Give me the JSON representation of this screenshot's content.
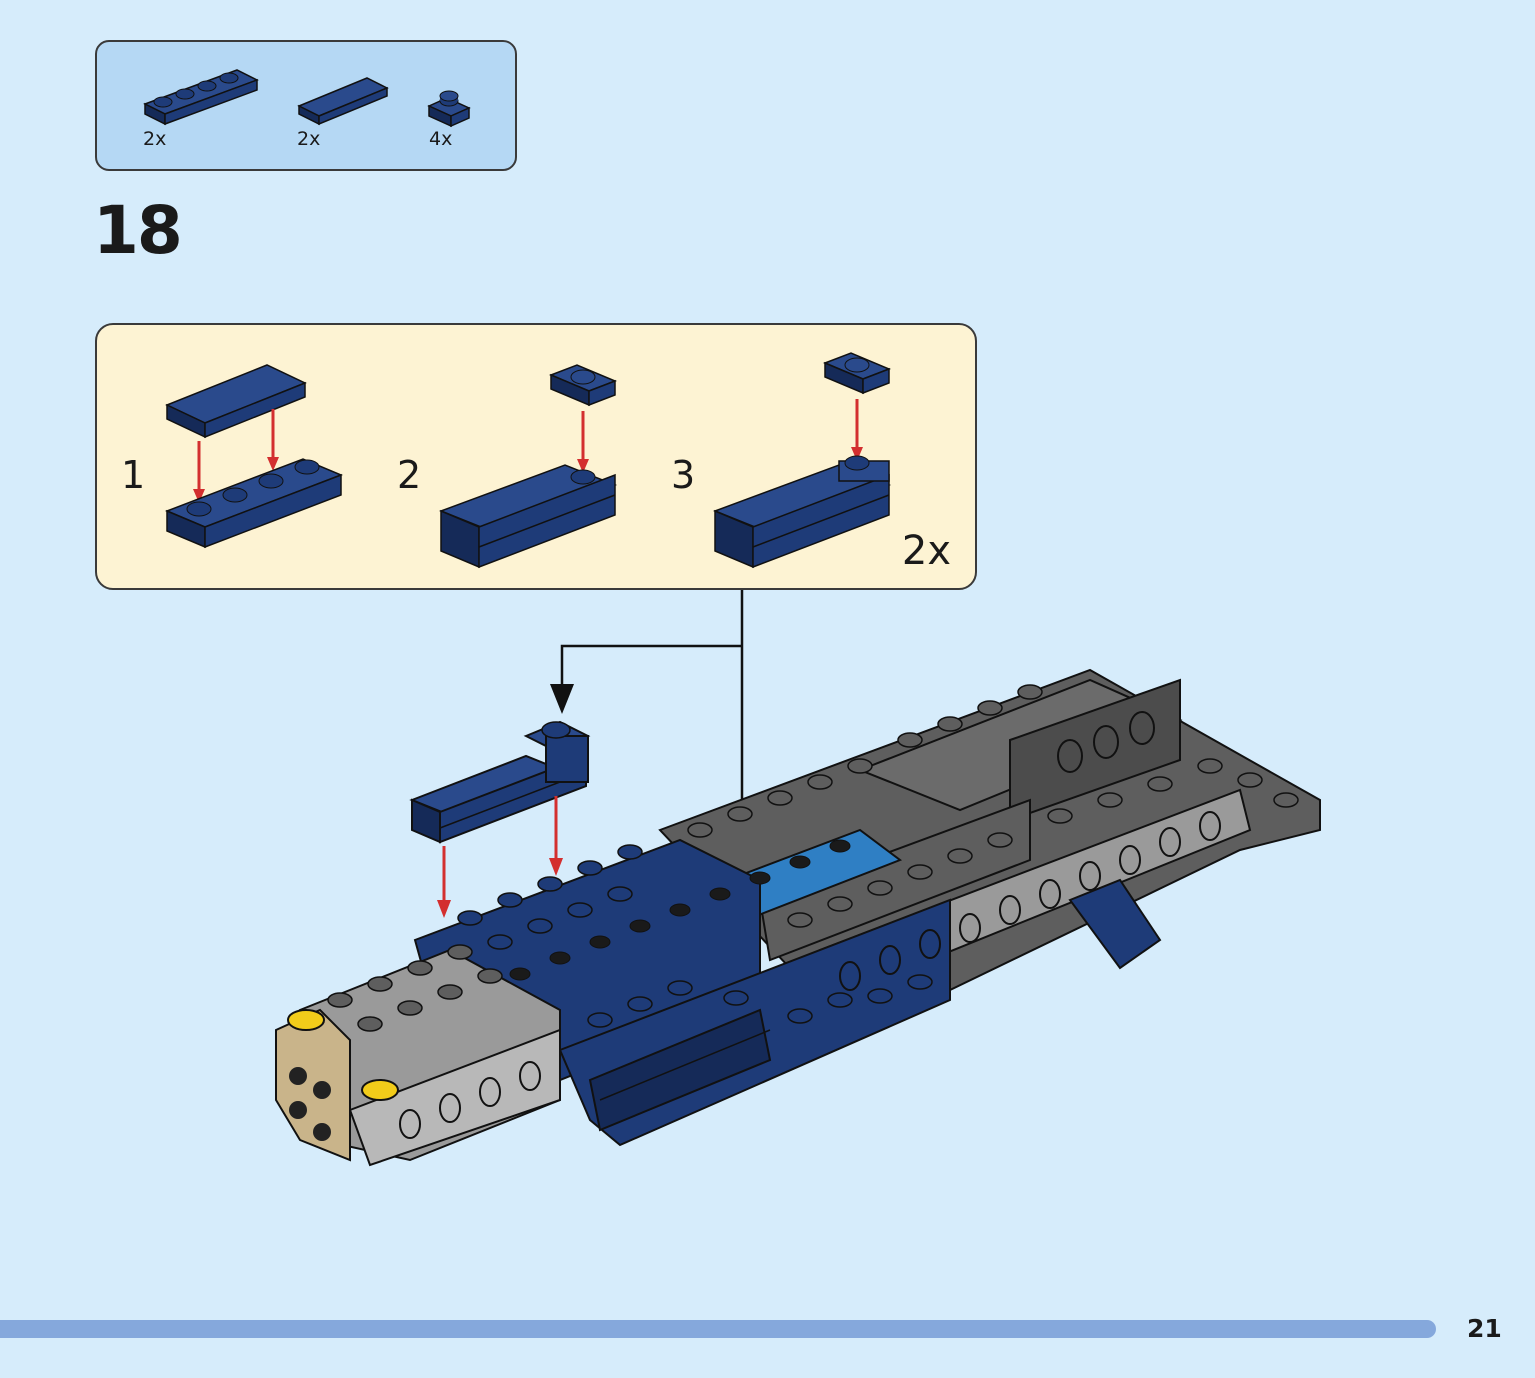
{
  "page": {
    "number": "21"
  },
  "colors": {
    "background": "#d6ecfb",
    "parts_box": "#b5d8f4",
    "sub_box": "#fdf3d3",
    "brick_blue": "#1e3b78",
    "brick_blue_dark": "#152a58",
    "brick_gray": "#9a9a9a",
    "brick_dark_gray": "#5e5e5e",
    "brick_light_blue": "#2f7fc4",
    "brick_yellow": "#f2cc1a",
    "brick_tan": "#c9b48a",
    "arrow_red": "#d32f2f",
    "progress": "#85a8dc"
  },
  "parts_list": [
    {
      "name": "plate-1x4-icon",
      "qty": "2x"
    },
    {
      "name": "tile-1x4-icon",
      "qty": "2x"
    },
    {
      "name": "plate-1x1-icon",
      "qty": "4x"
    }
  ],
  "step": {
    "number": "18"
  },
  "sub_assembly": {
    "steps": [
      {
        "label": "1"
      },
      {
        "label": "2"
      },
      {
        "label": "3"
      }
    ],
    "multiplier": "2x"
  }
}
